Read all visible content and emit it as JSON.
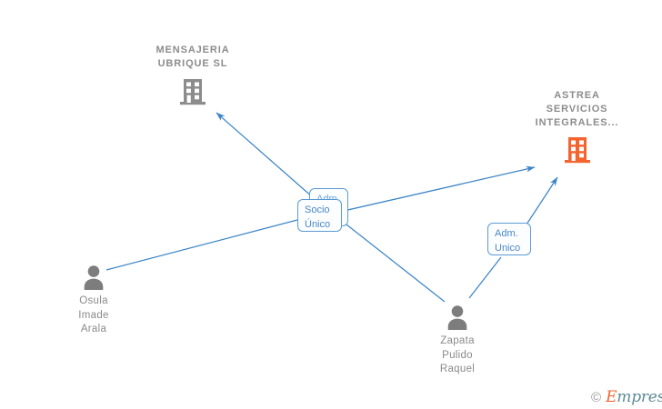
{
  "diagram": {
    "type": "corporate-relationship-network",
    "background": "#ffffff",
    "colors": {
      "edge": "#3d85c8",
      "label_border": "#5b9bd5",
      "label_text": "#4a86c8",
      "company_gray": "#8c8c8c",
      "company_highlight": "#f4642f",
      "person_gray": "#7d7d7d",
      "title_gray": "#8c8c8c"
    },
    "nodes": [
      {
        "id": "mensajeria",
        "kind": "company",
        "icon": "building-icon",
        "label": "MENSAJERIA\nUBRIQUE SL",
        "highlighted": false
      },
      {
        "id": "astrea",
        "kind": "company",
        "icon": "building-icon",
        "label": "ASTREA\nSERVICIOS\nINTEGRALES...",
        "highlighted": true
      },
      {
        "id": "osula",
        "kind": "person",
        "icon": "person-icon",
        "label": "Osula\nImade\nArala"
      },
      {
        "id": "zapata",
        "kind": "person",
        "icon": "person-icon",
        "label": "Zapata\nPulido\nRaquel"
      }
    ],
    "edge_labels": [
      {
        "id": "adm-back",
        "text": "Adm.",
        "layer": "behind"
      },
      {
        "id": "socio-unico",
        "text": "Socio\nÚnico",
        "layer": "front"
      },
      {
        "id": "adm-unico",
        "text": "Adm.\nUnico",
        "layer": "front"
      }
    ],
    "edges": [
      {
        "from": "socio-unico",
        "to": "mensajeria",
        "arrow": true
      },
      {
        "from": "socio-unico",
        "to": "astrea",
        "arrow": true
      },
      {
        "from": "osula",
        "to": "socio-unico",
        "arrow": false
      },
      {
        "from": "zapata",
        "to": "socio-unico",
        "arrow": false
      },
      {
        "from": "zapata",
        "to": "adm-unico",
        "arrow": false
      },
      {
        "from": "adm-unico",
        "to": "astrea",
        "arrow": true
      }
    ]
  },
  "watermark": {
    "copyright": "©",
    "brand_first": "E",
    "brand_rest": "mpresia"
  }
}
